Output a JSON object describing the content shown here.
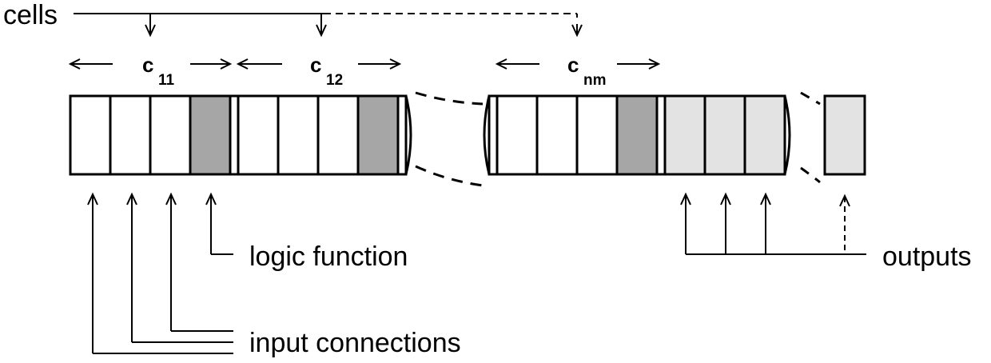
{
  "labels": {
    "cells": "cells",
    "logic_function": "logic function",
    "input_connections": "input connections",
    "outputs": "outputs"
  },
  "cell_groups": [
    {
      "letter": "c",
      "subscript": "11"
    },
    {
      "letter": "c",
      "subscript": "12"
    },
    {
      "letter": "c",
      "subscript": "nm"
    }
  ],
  "colors": {
    "stroke": "#000000",
    "background": "#ffffff",
    "logic_fill": "#a6a6a6",
    "output_fill": "#e3e3e3"
  }
}
